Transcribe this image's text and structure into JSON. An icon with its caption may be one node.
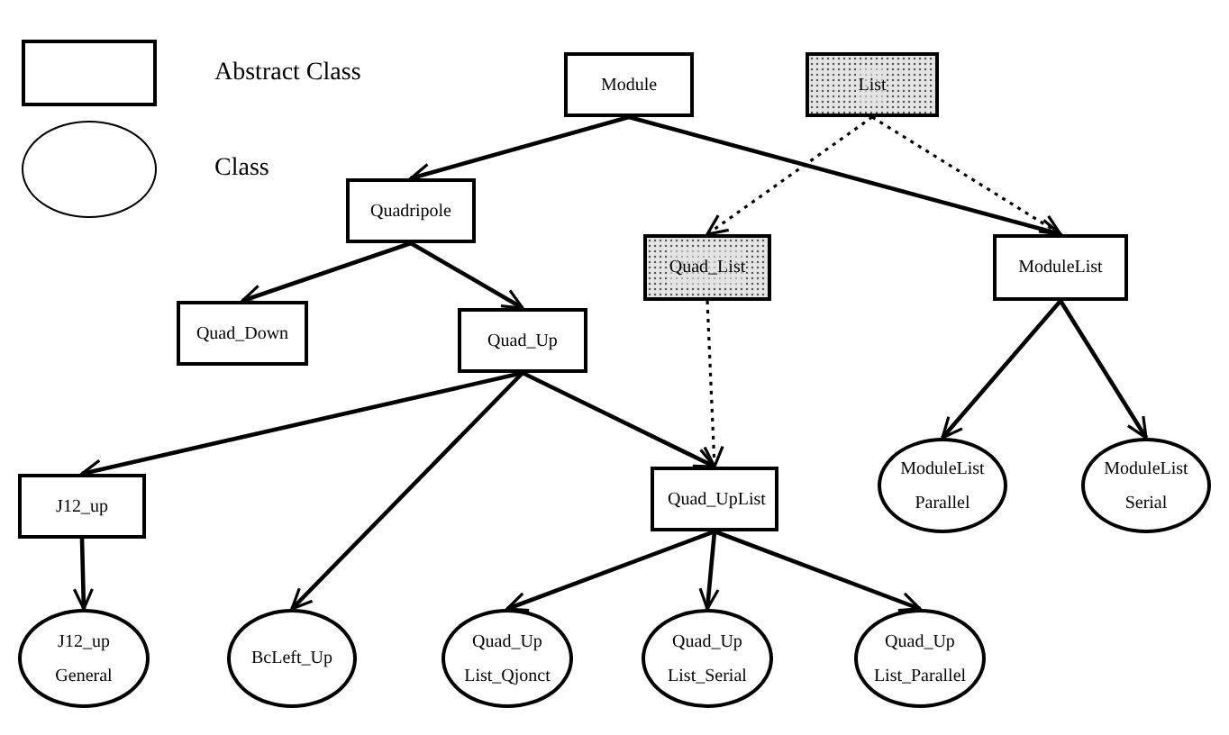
{
  "diagram": {
    "nodes": [
      {
        "text": [
          "Module"
        ]
      },
      {
        "text": [
          "List"
        ]
      },
      {
        "text": [
          "Quadripole"
        ]
      },
      {
        "text": [
          "Quad_List"
        ]
      },
      {
        "text": [
          "ModuleList"
        ]
      },
      {
        "text": [
          "Quad_Down"
        ]
      },
      {
        "text": [
          "Quad_Up"
        ]
      },
      {
        "text": [
          "J12_up"
        ]
      },
      {
        "text": [
          "Quad_UpList"
        ]
      },
      {
        "text": [
          "ModuleList Parallel"
        ]
      },
      {
        "text": [
          "ModuleList Serial"
        ]
      },
      {
        "text": [
          "J12_up General"
        ]
      },
      {
        "text": [
          "BcLeft_Up"
        ]
      },
      {
        "text": [
          "Quad_Up List_Qjonct"
        ]
      },
      {
        "text": [
          "Quad_Up List_Serial"
        ]
      },
      {
        "text": [
          "Quad_Up List_Parallel"
        ]
      }
    ],
    "edges": [
      {
        "from": 0,
        "to": 2,
        "arrow": "to"
      },
      {
        "from": 0,
        "to": 4,
        "arrow": "to"
      },
      {
        "from": 1,
        "to": 3,
        "arrow": "to",
        "style": "dashed"
      },
      {
        "from": 1,
        "to": 4,
        "arrow": "to",
        "style": "dashed"
      },
      {
        "from": 2,
        "to": 5,
        "arrow": "to"
      },
      {
        "from": 2,
        "to": 6,
        "arrow": "to"
      },
      {
        "from": 3,
        "to": 8,
        "arrow": "to",
        "style": "dashed"
      },
      {
        "from": 4,
        "to": 9,
        "arrow": "to"
      },
      {
        "from": 4,
        "to": 10,
        "arrow": "to"
      },
      {
        "from": 6,
        "to": 7,
        "arrow": "to"
      },
      {
        "from": 6,
        "to": 12,
        "arrow": "to"
      },
      {
        "from": 6,
        "to": 8,
        "arrow": "to"
      },
      {
        "from": 7,
        "to": 11,
        "arrow": "to"
      },
      {
        "from": 8,
        "to": 13,
        "arrow": "to"
      },
      {
        "from": 8,
        "to": 14,
        "arrow": "to"
      },
      {
        "from": 8,
        "to": 15,
        "arrow": "to"
      }
    ],
    "legend": [
      {
        "text": "Abstract Class"
      },
      {
        "text": "Class"
      }
    ]
  }
}
